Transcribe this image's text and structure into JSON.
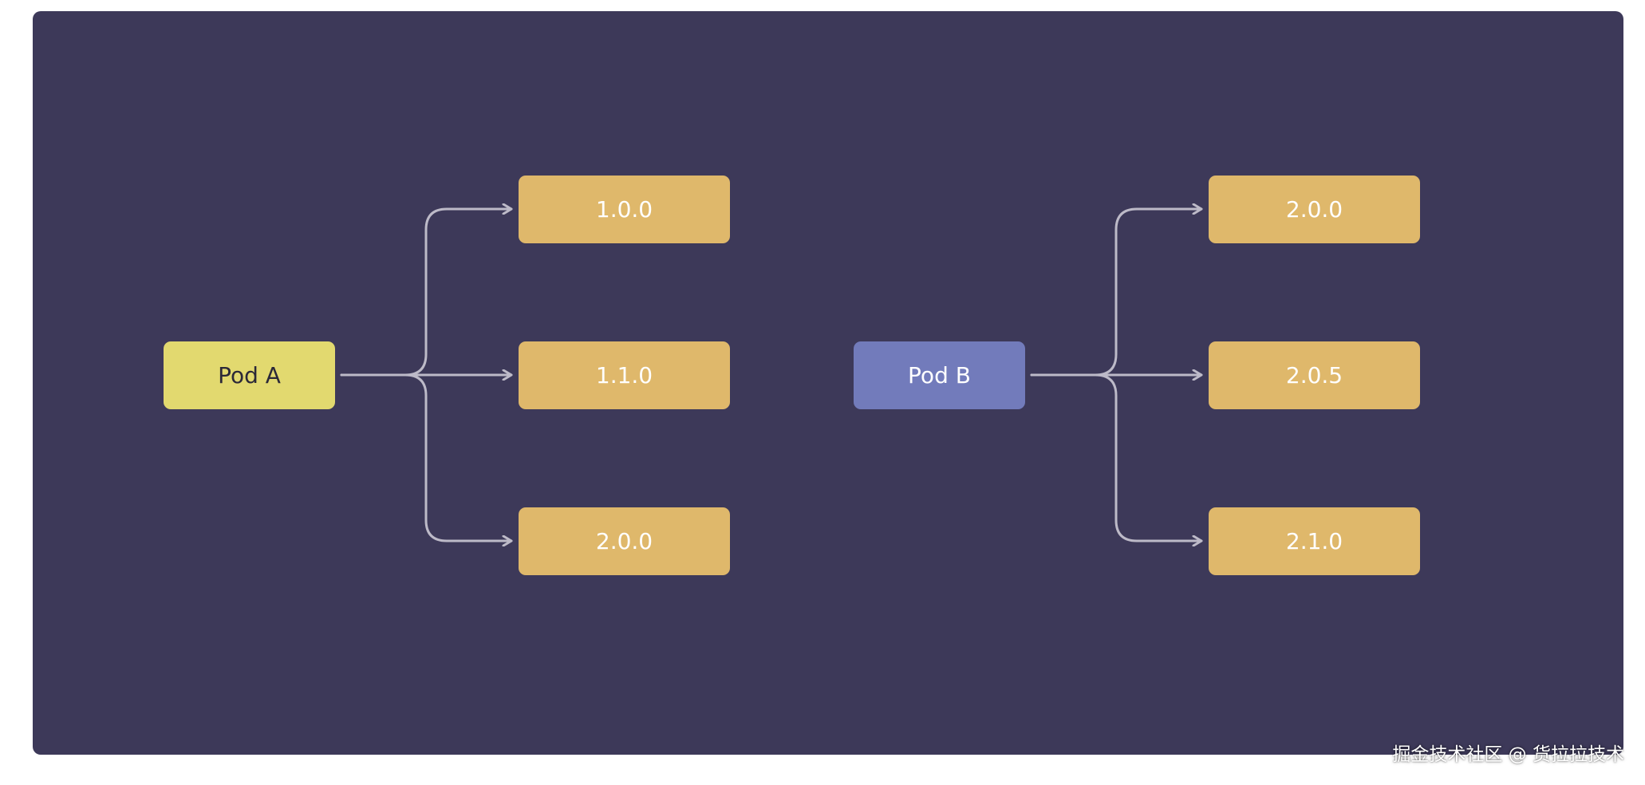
{
  "diagram": {
    "left_group": {
      "pod_label": "Pod A",
      "versions": [
        "1.0.0",
        "1.1.0",
        "2.0.0"
      ]
    },
    "right_group": {
      "pod_label": "Pod B",
      "versions": [
        "2.0.0",
        "2.0.5",
        "2.1.0"
      ]
    }
  },
  "watermark": "掘金技术社区 @ 货拉拉技术",
  "colors": {
    "background": "#3d3959",
    "pod_a": "#e2d96f",
    "pod_b": "#727bbb",
    "version_box": "#dfb86b",
    "connector": "#bdbac8"
  }
}
